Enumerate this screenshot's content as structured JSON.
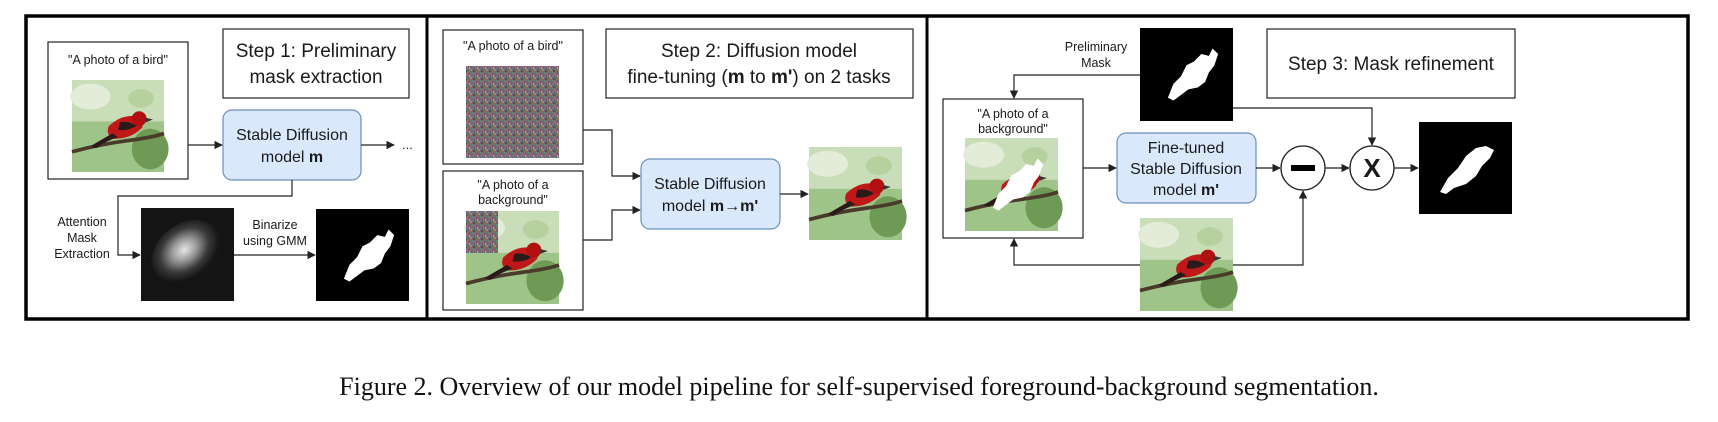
{
  "step1": {
    "title_l1": "Step 1: Preliminary",
    "title_l2": "mask extraction",
    "prompt": "\"A photo of a bird\"",
    "model_l1": "Stable Diffusion",
    "model_l2": "model ",
    "model_bold": "m",
    "ellipsis": "...",
    "attn_l1": "Attention",
    "attn_l2": "Mask",
    "attn_l3": "Extraction",
    "bin_l1": "Binarize",
    "bin_l2": "using GMM"
  },
  "step2": {
    "title_l1": "Step 2: Diffusion model",
    "title_l2_a": "fine-tuning (",
    "title_l2_m": "m",
    "title_l2_b": " to ",
    "title_l2_mp": "m'",
    "title_l2_c": ") on 2 tasks",
    "prompt_bird": "\"A photo of a bird\"",
    "prompt_bg_l1": "\"A photo of a",
    "prompt_bg_l2": "background\"",
    "model_l1": "Stable Diffusion",
    "model_l2": "model ",
    "model_bold": "m→m'"
  },
  "step3": {
    "title": "Step 3: Mask refinement",
    "prelim_l1": "Preliminary",
    "prelim_l2": "Mask",
    "prompt_bg_l1": "\"A photo of a",
    "prompt_bg_l2": "background\"",
    "model_l1": "Fine-tuned",
    "model_l2": "Stable Diffusion",
    "model_l3": "model ",
    "model_bold": "m'",
    "minus_symbol": "−",
    "times_symbol": "X"
  },
  "caption": "Figure 2. Overview of our model pipeline for self-supervised foreground-background segmentation.",
  "colors": {
    "model_fill": "#dae8fc",
    "model_stroke": "#6c8ebf",
    "panel_stroke": "#000000"
  },
  "images": [
    "bird-photo",
    "attention-map",
    "binary-mask",
    "noise-image",
    "refined-mask"
  ]
}
